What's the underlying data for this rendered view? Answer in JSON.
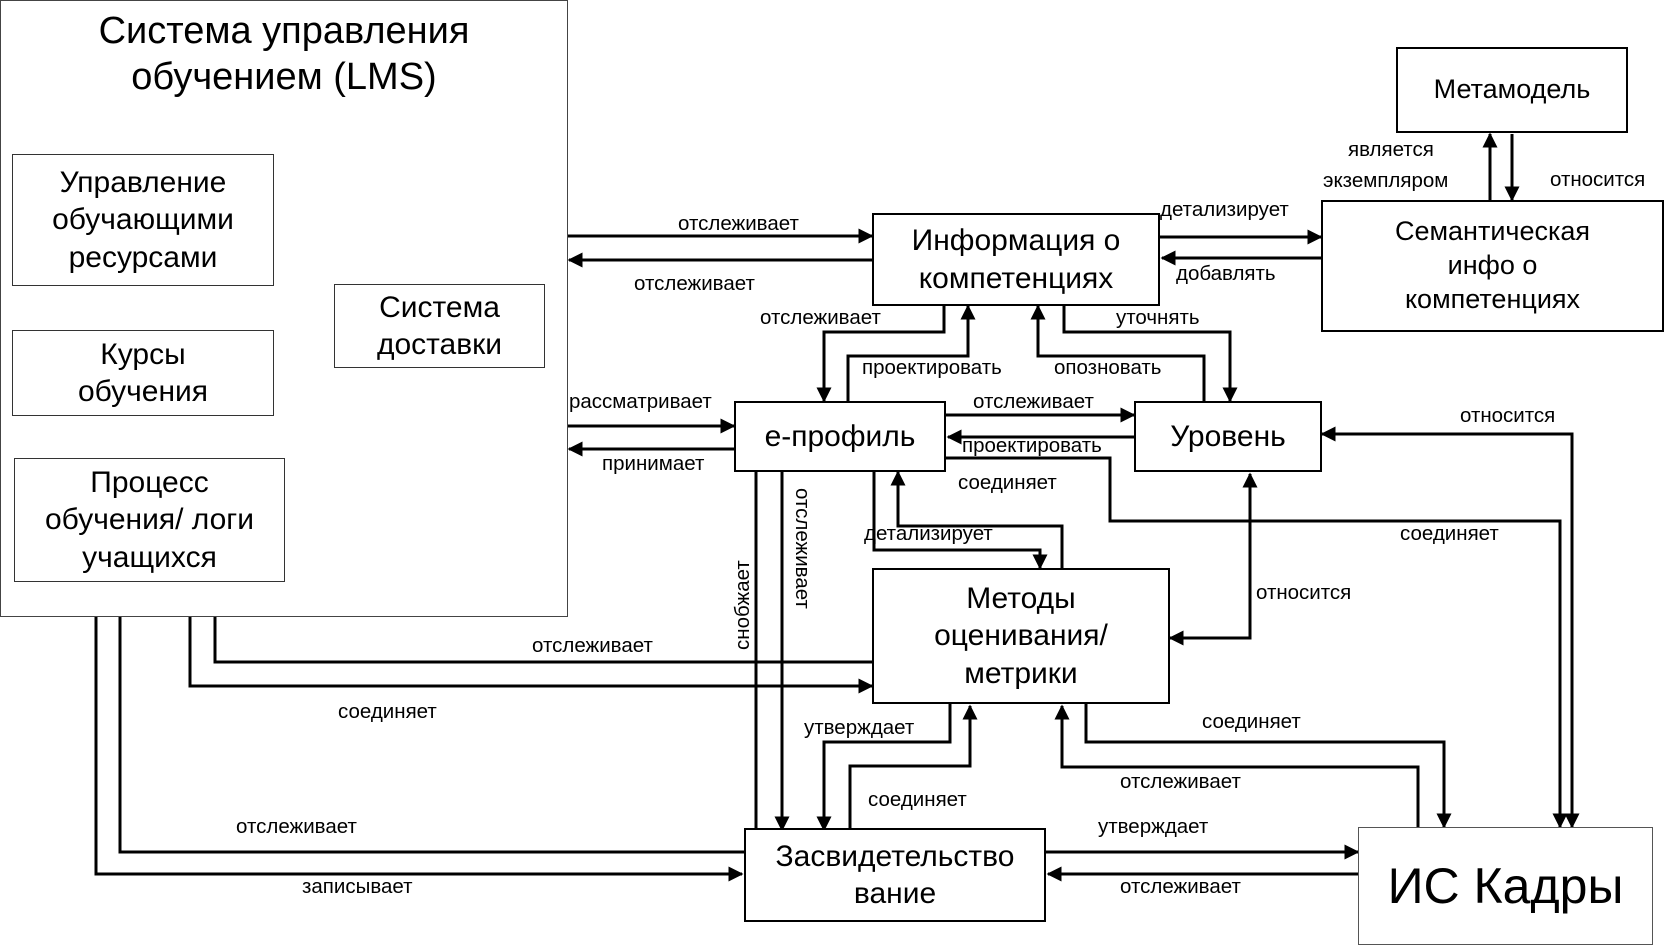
{
  "boxes": {
    "lms": "Система управления\nобучением (LMS)",
    "resources": "Управление\nобучающими\nресурсами",
    "delivery": "Система\nдоставки",
    "courses": "Курсы\nобучения",
    "process": "Процесс\nобучения/ логи\nучащихся",
    "info": "Информация о\nкомпетенциях",
    "metamodel": "Метамодель",
    "semantic": "Семантическая\nинфо о\nкомпетенциях",
    "eprofile": "е-профиль",
    "level": "Уровень",
    "methods": "Методы\nоценивания/\nметрики",
    "cert": "Засвидетельство\nвание",
    "kadry": "ИС Кадры"
  },
  "labels": {
    "lms_info_track": "отслеживает",
    "info_lms_track": "отслеживает",
    "info_semantic_detail": "детализирует",
    "semantic_info_add": "добавлять",
    "semantic_meta_instance_1": "является",
    "semantic_meta_instance_2": "экземпляром",
    "meta_relates": "относится",
    "info_eprofile_track": "отслеживает",
    "eprofile_info_design": "проектировать",
    "level_info_evaluate": "опозновать",
    "info_level_refine": "уточнять",
    "lms_eprofile_considers": "рассматривает",
    "eprofile_lms_accepts": "принимает",
    "eprofile_level_track": "отслеживает",
    "level_eprofile_design": "проектировать",
    "methods_eprofile_connect": "соединяет",
    "eprofile_methods_detail": "детализирует",
    "level_kadry_relates": "относится",
    "eprofile_kadry_connect": "соединяет",
    "level_methods_relates": "относится",
    "eprofile_cert_lowers": "снобжает",
    "eprofile_cert_track": "отслеживает",
    "methods_process_track": "отслеживает",
    "process_methods_connect": "соединяет",
    "methods_kadry_connect": "соединяет",
    "kadry_methods_track": "отслеживает",
    "methods_cert_approve": "утверждает",
    "cert_methods_connect": "соединяет",
    "cert_process_track": "отслеживает",
    "process_cert_records": "записывает",
    "cert_kadry_approve": "утверждает",
    "kadry_cert_track": "отслеживает"
  }
}
